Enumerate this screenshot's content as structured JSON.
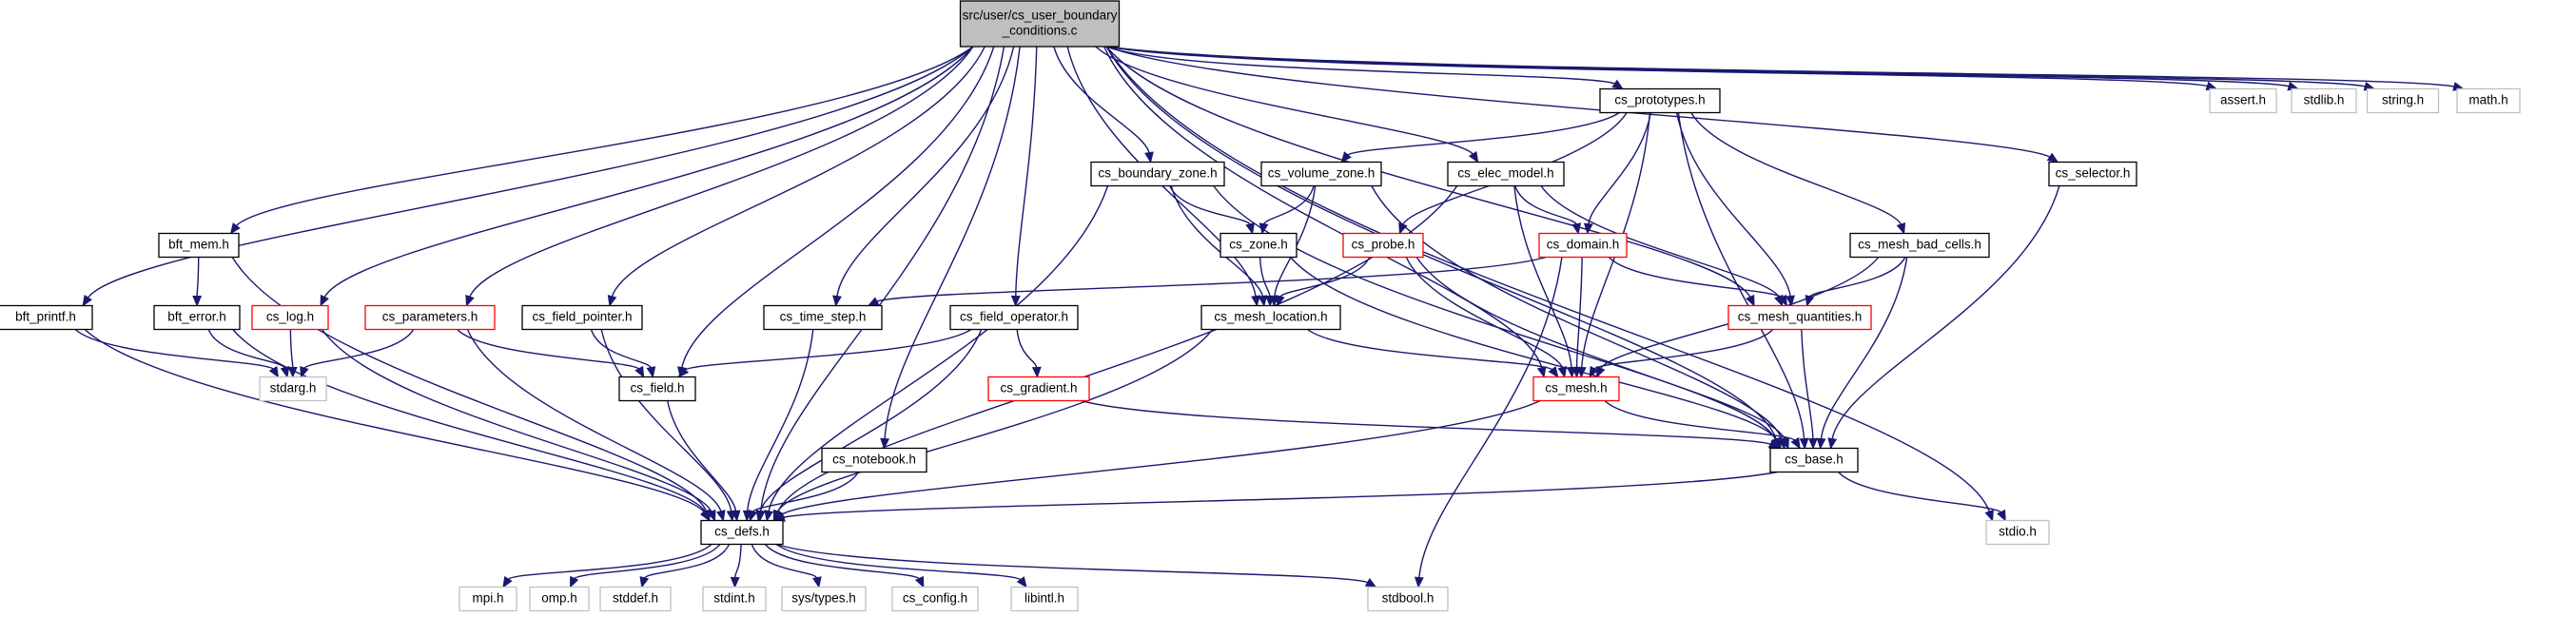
{
  "colors": {
    "edge": "#191970",
    "border_default": "#000000",
    "border_truncated": "#ff0000",
    "border_system": "#bfbfbf",
    "root_fill": "#bfbfbf",
    "fill": "#ffffff"
  },
  "nodes": [
    {
      "id": "root",
      "lines": [
        "src/user/cs_user_boundary",
        "_conditions.c"
      ],
      "kind": "root"
    },
    {
      "id": "cs_prototypes",
      "lines": [
        "cs_prototypes.h"
      ],
      "kind": "normal"
    },
    {
      "id": "assert",
      "lines": [
        "assert.h"
      ],
      "kind": "system"
    },
    {
      "id": "stdlib",
      "lines": [
        "stdlib.h"
      ],
      "kind": "system"
    },
    {
      "id": "string",
      "lines": [
        "string.h"
      ],
      "kind": "system"
    },
    {
      "id": "math",
      "lines": [
        "math.h"
      ],
      "kind": "system"
    },
    {
      "id": "cs_boundary_zone",
      "lines": [
        "cs_boundary_zone.h"
      ],
      "kind": "normal"
    },
    {
      "id": "cs_volume_zone",
      "lines": [
        "cs_volume_zone.h"
      ],
      "kind": "normal"
    },
    {
      "id": "cs_elec_model",
      "lines": [
        "cs_elec_model.h"
      ],
      "kind": "normal"
    },
    {
      "id": "cs_selector",
      "lines": [
        "cs_selector.h"
      ],
      "kind": "normal"
    },
    {
      "id": "bft_mem",
      "lines": [
        "bft_mem.h"
      ],
      "kind": "normal"
    },
    {
      "id": "cs_zone",
      "lines": [
        "cs_zone.h"
      ],
      "kind": "normal"
    },
    {
      "id": "cs_probe",
      "lines": [
        "cs_probe.h"
      ],
      "kind": "truncated"
    },
    {
      "id": "cs_domain",
      "lines": [
        "cs_domain.h"
      ],
      "kind": "truncated"
    },
    {
      "id": "cs_mesh_bad_cells",
      "lines": [
        "cs_mesh_bad_cells.h"
      ],
      "kind": "normal"
    },
    {
      "id": "bft_printf",
      "lines": [
        "bft_printf.h"
      ],
      "kind": "normal"
    },
    {
      "id": "bft_error",
      "lines": [
        "bft_error.h"
      ],
      "kind": "normal"
    },
    {
      "id": "cs_log",
      "lines": [
        "cs_log.h"
      ],
      "kind": "truncated"
    },
    {
      "id": "cs_parameters",
      "lines": [
        "cs_parameters.h"
      ],
      "kind": "truncated"
    },
    {
      "id": "cs_field_pointer",
      "lines": [
        "cs_field_pointer.h"
      ],
      "kind": "normal"
    },
    {
      "id": "cs_time_step",
      "lines": [
        "cs_time_step.h"
      ],
      "kind": "normal"
    },
    {
      "id": "cs_field_operator",
      "lines": [
        "cs_field_operator.h"
      ],
      "kind": "normal"
    },
    {
      "id": "cs_mesh_location",
      "lines": [
        "cs_mesh_location.h"
      ],
      "kind": "normal"
    },
    {
      "id": "cs_mesh_quantities",
      "lines": [
        "cs_mesh_quantities.h"
      ],
      "kind": "truncated"
    },
    {
      "id": "stdarg",
      "lines": [
        "stdarg.h"
      ],
      "kind": "system"
    },
    {
      "id": "cs_field",
      "lines": [
        "cs_field.h"
      ],
      "kind": "normal"
    },
    {
      "id": "cs_gradient",
      "lines": [
        "cs_gradient.h"
      ],
      "kind": "truncated"
    },
    {
      "id": "cs_mesh",
      "lines": [
        "cs_mesh.h"
      ],
      "kind": "truncated"
    },
    {
      "id": "cs_notebook",
      "lines": [
        "cs_notebook.h"
      ],
      "kind": "normal"
    },
    {
      "id": "cs_base",
      "lines": [
        "cs_base.h"
      ],
      "kind": "normal"
    },
    {
      "id": "cs_defs",
      "lines": [
        "cs_defs.h"
      ],
      "kind": "normal"
    },
    {
      "id": "stdio",
      "lines": [
        "stdio.h"
      ],
      "kind": "system"
    },
    {
      "id": "mpi",
      "lines": [
        "mpi.h"
      ],
      "kind": "system"
    },
    {
      "id": "omp",
      "lines": [
        "omp.h"
      ],
      "kind": "system"
    },
    {
      "id": "stddef",
      "lines": [
        "stddef.h"
      ],
      "kind": "system"
    },
    {
      "id": "stdint",
      "lines": [
        "stdint.h"
      ],
      "kind": "system"
    },
    {
      "id": "sys_types",
      "lines": [
        "sys/types.h"
      ],
      "kind": "system"
    },
    {
      "id": "cs_config",
      "lines": [
        "cs_config.h"
      ],
      "kind": "system"
    },
    {
      "id": "libintl",
      "lines": [
        "libintl.h"
      ],
      "kind": "system"
    },
    {
      "id": "stdbool",
      "lines": [
        "stdbool.h"
      ],
      "kind": "system"
    }
  ],
  "edges": [
    [
      "root",
      "cs_prototypes"
    ],
    [
      "root",
      "assert"
    ],
    [
      "root",
      "stdlib"
    ],
    [
      "root",
      "string"
    ],
    [
      "root",
      "math"
    ],
    [
      "root",
      "cs_boundary_zone"
    ],
    [
      "root",
      "cs_elec_model"
    ],
    [
      "root",
      "cs_selector"
    ],
    [
      "root",
      "bft_mem"
    ],
    [
      "root",
      "bft_printf"
    ],
    [
      "root",
      "cs_log"
    ],
    [
      "root",
      "cs_parameters"
    ],
    [
      "root",
      "cs_field_pointer"
    ],
    [
      "root",
      "cs_field"
    ],
    [
      "root",
      "cs_defs"
    ],
    [
      "root",
      "cs_time_step"
    ],
    [
      "root",
      "cs_field_operator"
    ],
    [
      "root",
      "cs_notebook"
    ],
    [
      "root",
      "cs_mesh_location"
    ],
    [
      "root",
      "cs_mesh"
    ],
    [
      "root",
      "cs_mesh_quantities"
    ],
    [
      "root",
      "cs_base"
    ],
    [
      "root",
      "stdio"
    ],
    [
      "cs_prototypes",
      "cs_volume_zone"
    ],
    [
      "cs_prototypes",
      "cs_probe"
    ],
    [
      "cs_prototypes",
      "cs_domain"
    ],
    [
      "cs_prototypes",
      "cs_mesh_bad_cells"
    ],
    [
      "cs_prototypes",
      "cs_mesh_quantities"
    ],
    [
      "cs_prototypes",
      "cs_mesh"
    ],
    [
      "cs_prototypes",
      "cs_base"
    ],
    [
      "cs_boundary_zone",
      "cs_zone"
    ],
    [
      "cs_boundary_zone",
      "cs_mesh_location"
    ],
    [
      "cs_boundary_zone",
      "cs_defs"
    ],
    [
      "cs_boundary_zone",
      "cs_base"
    ],
    [
      "cs_volume_zone",
      "cs_zone"
    ],
    [
      "cs_volume_zone",
      "cs_mesh_location"
    ],
    [
      "cs_volume_zone",
      "cs_base"
    ],
    [
      "cs_elec_model",
      "cs_domain"
    ],
    [
      "cs_elec_model",
      "cs_mesh_quantities"
    ],
    [
      "cs_elec_model",
      "cs_mesh"
    ],
    [
      "cs_elec_model",
      "cs_defs"
    ],
    [
      "cs_selector",
      "cs_base"
    ],
    [
      "bft_mem",
      "bft_error"
    ],
    [
      "bft_mem",
      "cs_defs"
    ],
    [
      "cs_zone",
      "cs_mesh_location"
    ],
    [
      "cs_zone",
      "cs_base"
    ],
    [
      "cs_probe",
      "cs_mesh_location"
    ],
    [
      "cs_probe",
      "cs_mesh"
    ],
    [
      "cs_probe",
      "cs_base"
    ],
    [
      "cs_domain",
      "cs_time_step"
    ],
    [
      "cs_domain",
      "cs_mesh_quantities"
    ],
    [
      "cs_domain",
      "cs_mesh"
    ],
    [
      "cs_domain",
      "stdbool"
    ],
    [
      "cs_mesh_bad_cells",
      "cs_mesh_quantities"
    ],
    [
      "cs_mesh_bad_cells",
      "cs_mesh"
    ],
    [
      "cs_mesh_bad_cells",
      "cs_base"
    ],
    [
      "bft_printf",
      "stdarg"
    ],
    [
      "bft_printf",
      "cs_defs"
    ],
    [
      "bft_error",
      "stdarg"
    ],
    [
      "bft_error",
      "cs_defs"
    ],
    [
      "cs_log",
      "stdarg"
    ],
    [
      "cs_log",
      "cs_defs"
    ],
    [
      "cs_parameters",
      "stdarg"
    ],
    [
      "cs_parameters",
      "cs_field"
    ],
    [
      "cs_parameters",
      "cs_defs"
    ],
    [
      "cs_field_pointer",
      "cs_field"
    ],
    [
      "cs_field_pointer",
      "cs_defs"
    ],
    [
      "cs_time_step",
      "cs_defs"
    ],
    [
      "cs_field_operator",
      "cs_field"
    ],
    [
      "cs_field_operator",
      "cs_gradient"
    ],
    [
      "cs_field_operator",
      "cs_defs"
    ],
    [
      "cs_mesh_location",
      "cs_mesh"
    ],
    [
      "cs_mesh_location",
      "cs_defs"
    ],
    [
      "cs_mesh_quantities",
      "cs_mesh"
    ],
    [
      "cs_mesh_quantities",
      "cs_base"
    ],
    [
      "cs_field",
      "cs_defs"
    ],
    [
      "cs_gradient",
      "cs_base"
    ],
    [
      "cs_mesh",
      "cs_base"
    ],
    [
      "cs_mesh",
      "cs_defs"
    ],
    [
      "cs_notebook",
      "cs_defs"
    ],
    [
      "cs_base",
      "cs_defs"
    ],
    [
      "cs_base",
      "stdio"
    ],
    [
      "cs_defs",
      "mpi"
    ],
    [
      "cs_defs",
      "omp"
    ],
    [
      "cs_defs",
      "stddef"
    ],
    [
      "cs_defs",
      "stdint"
    ],
    [
      "cs_defs",
      "sys_types"
    ],
    [
      "cs_defs",
      "cs_config"
    ],
    [
      "cs_defs",
      "libintl"
    ],
    [
      "cs_defs",
      "stdbool"
    ]
  ]
}
